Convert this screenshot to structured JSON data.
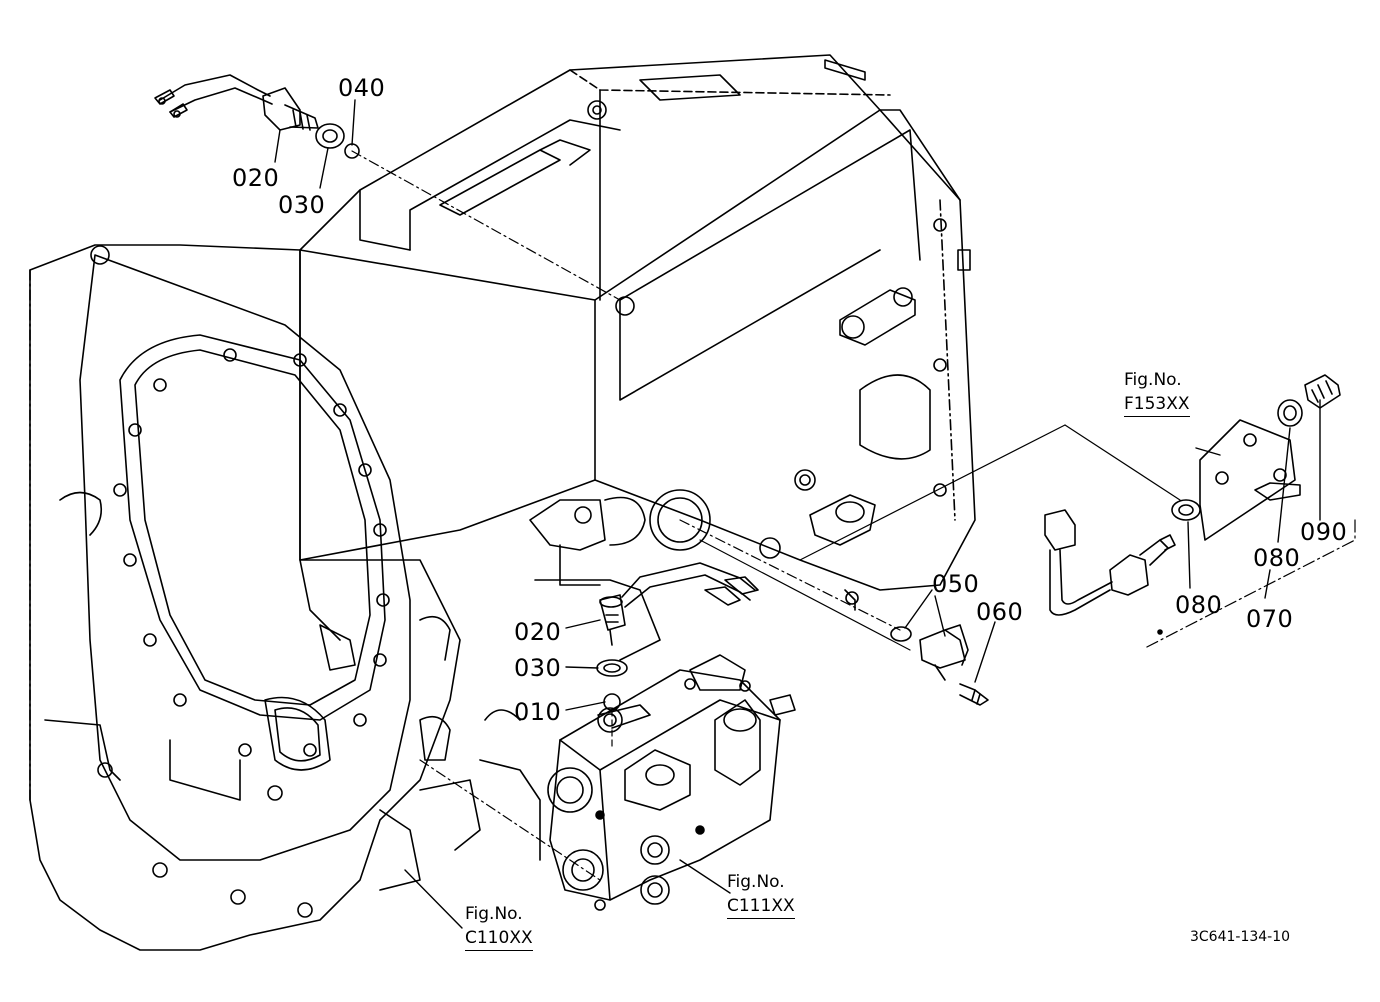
{
  "parts": [
    {
      "id": "p020a",
      "label": "020"
    },
    {
      "id": "p030a",
      "label": "030"
    },
    {
      "id": "p040",
      "label": "040"
    },
    {
      "id": "p020b",
      "label": "020"
    },
    {
      "id": "p030b",
      "label": "030"
    },
    {
      "id": "p010",
      "label": "010"
    },
    {
      "id": "p050",
      "label": "050"
    },
    {
      "id": "p060",
      "label": "060"
    },
    {
      "id": "p080a",
      "label": "080"
    },
    {
      "id": "p080b",
      "label": "080"
    },
    {
      "id": "p090",
      "label": "090"
    },
    {
      "id": "p070",
      "label": "070"
    }
  ],
  "figure_refs": [
    {
      "id": "f153",
      "prefix": "Fig.No.",
      "code": "F153XX"
    },
    {
      "id": "c111",
      "prefix": "Fig.No.",
      "code": "C111XX"
    },
    {
      "id": "c110",
      "prefix": "Fig.No.",
      "code": "C110XX"
    }
  ],
  "drawing_code": "3C641-134-10"
}
